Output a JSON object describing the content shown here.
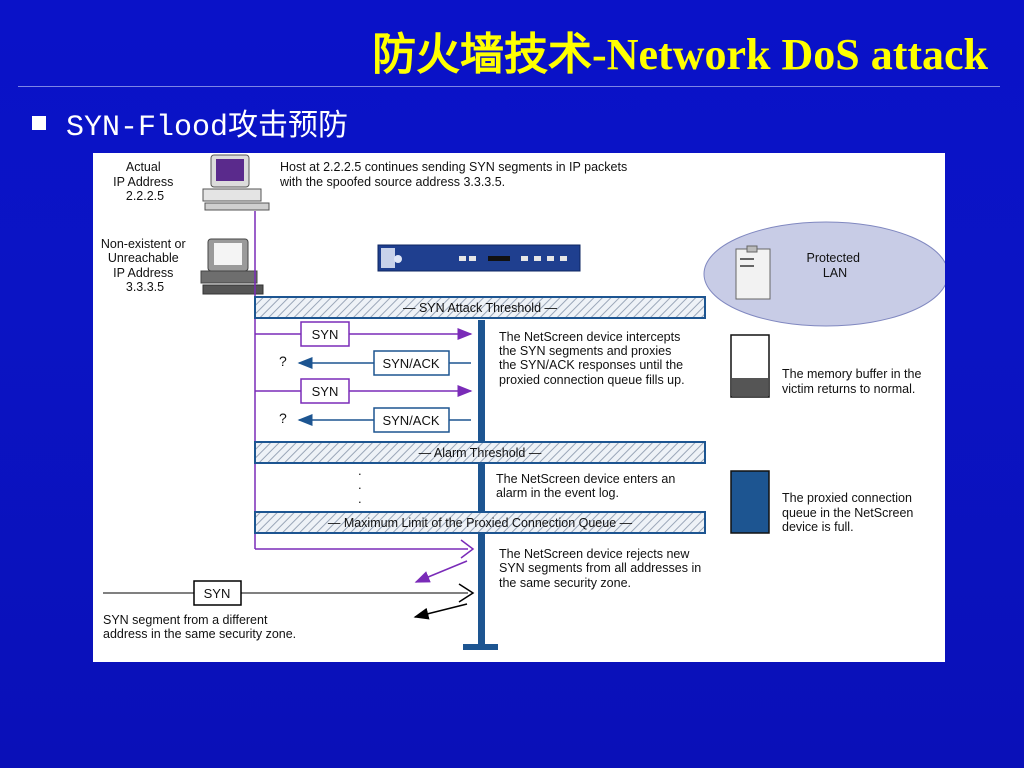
{
  "slide": {
    "title": "防火墙技术-Network DoS attack",
    "subtitle": "SYN-Flood攻击预防"
  },
  "diagram": {
    "actual_host": {
      "lines": [
        "Actual",
        "IP Address",
        "2.2.2.5"
      ]
    },
    "spoofed_host": {
      "lines": [
        "Non-existent or",
        "Unreachable",
        "IP Address",
        "3.3.3.5"
      ]
    },
    "host_note": {
      "lines": [
        "Host at 2.2.2.5 continues sending SYN segments in IP packets",
        "with the spoofed source address 3.3.3.5."
      ]
    },
    "protected_lan": {
      "lines": [
        "Protected",
        "LAN"
      ]
    },
    "thresholds": {
      "syn_attack": "— SYN Attack Threshold —",
      "alarm": "— Alarm Threshold —",
      "max_limit": "— Maximum Limit of the Proxied Connection Queue —"
    },
    "packets": {
      "syn": "SYN",
      "synack": "SYN/ACK",
      "unknown": "?"
    },
    "notes": {
      "intercept": [
        "The NetScreen device intercepts",
        "the SYN segments and proxies",
        "the SYN/ACK responses until the",
        "proxied connection queue fills up."
      ],
      "alarm": [
        "The NetScreen device enters an",
        "alarm in the event log."
      ],
      "reject": [
        "The NetScreen device rejects new",
        "SYN segments from all addresses in",
        "the same security zone."
      ],
      "memory": [
        "The memory buffer in the",
        "victim returns to normal."
      ],
      "queue_full": [
        "The proxied connection",
        "queue in the NetScreen",
        "device is full."
      ],
      "other_source": [
        "SYN segment from a different",
        "address in the same security zone."
      ]
    },
    "ellipsis": ".",
    "colors": {
      "purple": "#7a2bb8",
      "blue": "#1d5591",
      "device": "#1f3f8f",
      "lan_fill": "#c8cce6"
    }
  }
}
